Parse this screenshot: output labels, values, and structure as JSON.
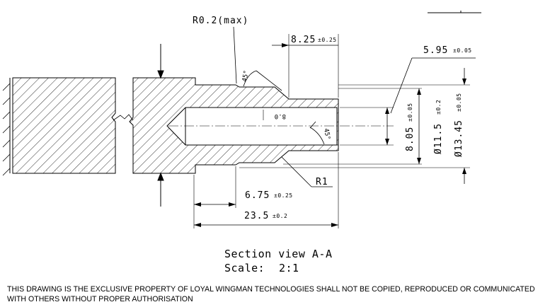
{
  "drawing": {
    "radius_callout": "R0.2(max)",
    "chamfer_angle_top": "45°",
    "chamfer_angle_bottom": "45°",
    "bore_diameter": "8.0",
    "fillet_radius": "R1",
    "dimensions": {
      "d_8_25": {
        "value": "8.25",
        "tol": "±0.25"
      },
      "d_5_95": {
        "value": "5.95",
        "tol": "±0.05"
      },
      "d_8_05": {
        "value": "8.05",
        "tol": "±0.05"
      },
      "d_11_5": {
        "value": "Ø11.5",
        "tol": "±0.2"
      },
      "d_13_45": {
        "value": "Ø13.45",
        "tol": "±0.05"
      },
      "d_6_75": {
        "value": "6.75",
        "tol": "±0.25"
      },
      "d_23_5": {
        "value": "23.5",
        "tol": "±0.2"
      }
    },
    "section_title": "Section view A-A",
    "scale_label": "Scale:",
    "scale_value": "2:1"
  },
  "footer": {
    "notice": "THIS DRAWING IS THE EXCLUSIVE PROPERTY OF LOYAL WINGMAN TECHNOLOGIES SHALL NOT BE COPIED, REPRODUCED OR COMMUNICATED WITH OTHERS WITHOUT PROPER AUTHORISATION"
  }
}
